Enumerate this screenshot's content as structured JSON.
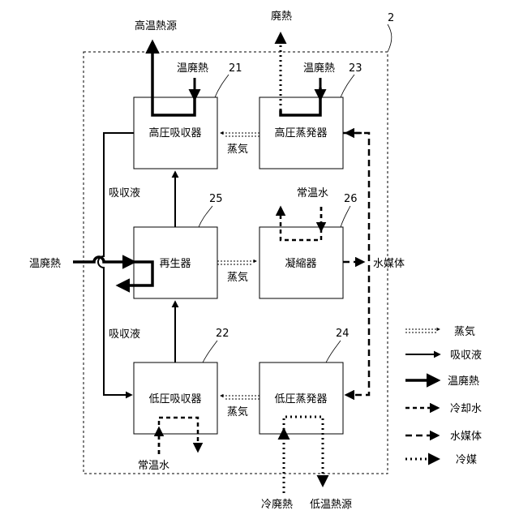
{
  "system_ref": "2",
  "units": [
    {
      "id": "high_absorber",
      "name": "高圧吸収器",
      "ref": "21"
    },
    {
      "id": "low_absorber",
      "name": "低圧吸収器",
      "ref": "22"
    },
    {
      "id": "high_evaporator",
      "name": "高圧蒸発器",
      "ref": "23"
    },
    {
      "id": "low_evaporator",
      "name": "低圧蒸発器",
      "ref": "24"
    },
    {
      "id": "regenerator",
      "name": "再生器",
      "ref": "25"
    },
    {
      "id": "condenser",
      "name": "凝縮器",
      "ref": "26"
    }
  ],
  "labels": {
    "high_temp_heat_source": "高温熱源",
    "waste_heat_out": "廃熱",
    "warm_waste_heat_a": "温廃熱",
    "warm_waste_heat_b": "温廃熱",
    "warm_waste_heat_left": "温廃熱",
    "steam_a": "蒸気",
    "steam_b": "蒸気",
    "steam_c": "蒸気",
    "absorbent_a": "吸収液",
    "absorbent_b": "吸収液",
    "normal_temp_water_a": "常温水",
    "normal_temp_water_b": "常温水",
    "water_medium": "水媒体",
    "cold_waste_heat": "冷廃熱",
    "low_temp_heat_source": "低温熱源"
  },
  "legend": [
    {
      "label": "蒸気",
      "style": "double-dotted"
    },
    {
      "label": "吸収液",
      "style": "solid"
    },
    {
      "label": "温廃熱",
      "style": "bold-solid"
    },
    {
      "label": "冷却水",
      "style": "short-dash"
    },
    {
      "label": "水媒体",
      "style": "long-dash"
    },
    {
      "label": "冷媒",
      "style": "dotted"
    }
  ]
}
